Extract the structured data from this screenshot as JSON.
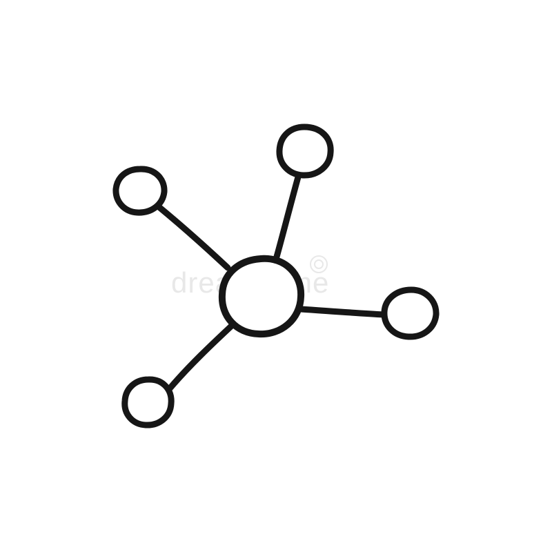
{
  "illustration": {
    "icon_name": "network-share-icon",
    "style": "hand-drawn doodle",
    "stroke_color": "#161616",
    "background_color": "#ffffff",
    "node_count": 5,
    "connection_count": 4
  },
  "watermark": {
    "text": "dreamstime",
    "color": "#d6d6d6"
  }
}
